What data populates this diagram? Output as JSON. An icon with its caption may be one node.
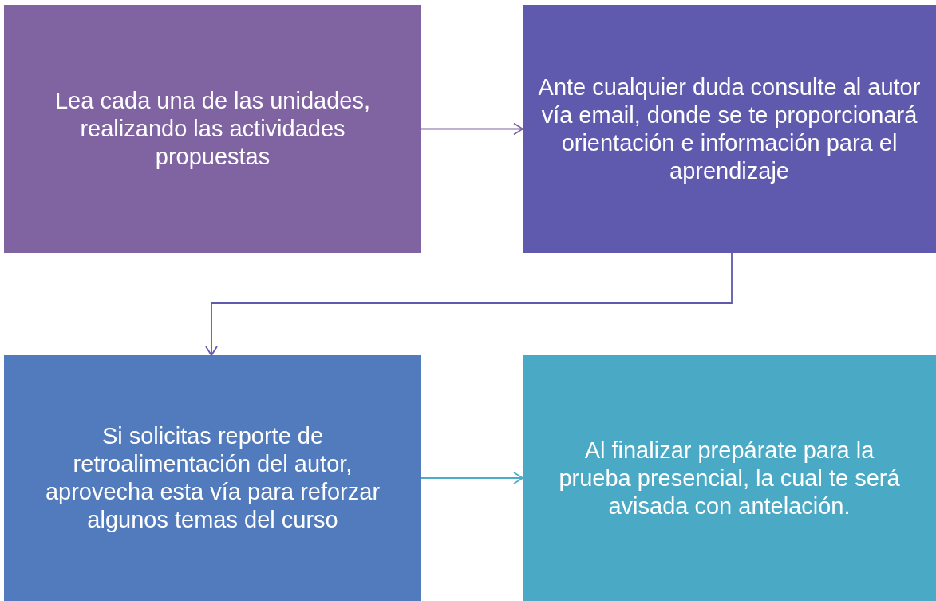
{
  "diagram": {
    "nodes": [
      {
        "text": [
          "Lea cada una de las unidades, realizando las actividades propuestas"
        ]
      },
      {
        "text": [
          "Ante cualquier duda consulte al autor vía email, donde se te proporcionará orientación e información para el aprendizaje"
        ]
      },
      {
        "text": [
          "Si solicitas reporte de retroalimentación del autor, aprovecha esta vía para reforzar algunos temas del curso"
        ]
      },
      {
        "text": [
          "Al finalizar prepárate para la prueba presencial, la cual te será avisada con antelación."
        ]
      }
    ],
    "edges": [
      {
        "from": 0,
        "to": 1,
        "arrow": "to",
        "color": "#8064a2"
      },
      {
        "from": 1,
        "to": 2,
        "arrow": "to",
        "color": "#5f5aad"
      },
      {
        "from": 2,
        "to": 3,
        "arrow": "to",
        "color": "#4aacc6"
      }
    ]
  }
}
